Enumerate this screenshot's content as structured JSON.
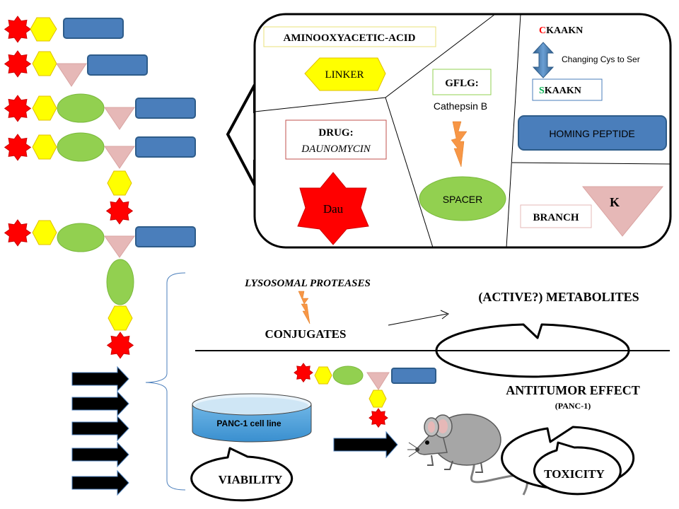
{
  "panel": {
    "linker_label": "AMINOOXYACETIC-ACID",
    "linker_shape_text": "LINKER",
    "drug_title": "DRUG:",
    "drug_name": "DAUNOMYCIN",
    "drug_star_text": "Dau",
    "spacer_title": "GFLG:",
    "spacer_sub": "Cathepsin B",
    "spacer_shape_text": "SPACER",
    "peptide_orig_first": "C",
    "peptide_orig_rest": "KAAKN",
    "change_text": "Changing  Cys to Ser",
    "peptide_new_first": "S",
    "peptide_new_rest": "KAAKN",
    "homing_text": "HOMING PEPTIDE",
    "branch_text": "BRANCH",
    "branch_letter": "K"
  },
  "workflow": {
    "lysosomal": "LYSOSOMAL PROTEASES",
    "conjugates": "CONJUGATES",
    "metabolites": "(ACTIVE?)  METABOLITES",
    "dish_label": "PANC-1 cell line",
    "viability": "VIABILITY",
    "antitumor": "ANTITUMOR  EFFECT",
    "antitumor_sub": "(PANC-1)",
    "toxicity": "TOXICITY"
  },
  "colors": {
    "drug": "#ff0000",
    "linker": "#ffff00",
    "spacer": "#92d050",
    "branch": "#e6b8b7",
    "homing": "#4a7ebb",
    "arrow": "#f79646",
    "accent_red": "#ff0000",
    "accent_green": "#00b050"
  },
  "icons": [
    "star-drug",
    "hexagon-linker",
    "ellipse-spacer",
    "triangle-branch",
    "rect-homing-peptide",
    "lightning-bolt",
    "double-arrow",
    "mouse",
    "petri-dish",
    "speech-bubble"
  ]
}
